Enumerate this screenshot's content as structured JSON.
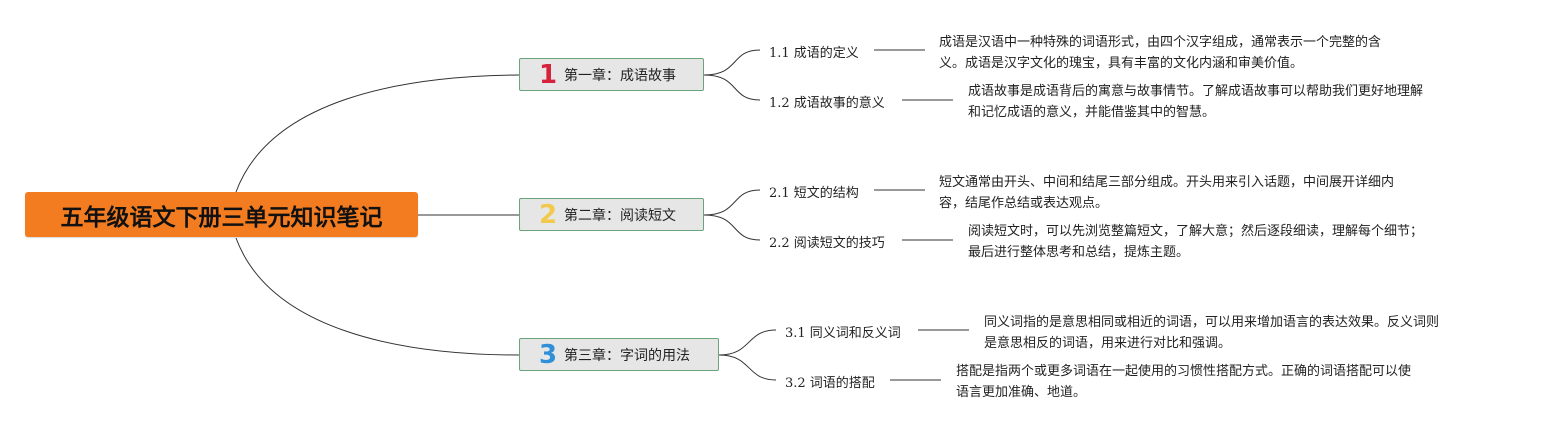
{
  "root": {
    "title": "五年级语文下册三单元知识笔记"
  },
  "chapters": [
    {
      "number": "1",
      "title": "第一章：成语故事",
      "subtopics": [
        {
          "title": "1.1 成语的定义",
          "note_lines": [
            "成语是汉语中一种特殊的词语形式，由四个汉字组成，通常表示一个完整的含",
            "义。成语是汉字文化的瑰宝，具有丰富的文化内涵和审美价值。"
          ]
        },
        {
          "title": "1.2 成语故事的意义",
          "note_lines": [
            "成语故事是成语背后的寓意与故事情节。了解成语故事可以帮助我们更好地理解",
            "和记忆成语的意义，并能借鉴其中的智慧。"
          ]
        }
      ]
    },
    {
      "number": "2",
      "title": "第二章：阅读短文",
      "subtopics": [
        {
          "title": "2.1 短文的结构",
          "note_lines": [
            "短文通常由开头、中间和结尾三部分组成。开头用来引入话题，中间展开详细内",
            "容，结尾作总结或表达观点。"
          ]
        },
        {
          "title": "2.2 阅读短文的技巧",
          "note_lines": [
            "阅读短文时，可以先浏览整篇短文，了解大意；然后逐段细读，理解每个细节；",
            "最后进行整体思考和总结，提炼主题。"
          ]
        }
      ]
    },
    {
      "number": "3",
      "title": "第三章：字词的用法",
      "subtopics": [
        {
          "title": "3.1 同义词和反义词",
          "note_lines": [
            "同义词指的是意思相同或相近的词语，可以用来增加语言的表达效果。反义词则",
            "是意思相反的词语，用来进行对比和强调。"
          ]
        },
        {
          "title": "3.2 词语的搭配",
          "note_lines": [
            "搭配是指两个或更多词语在一起使用的习惯性搭配方式。正确的词语搭配可以使",
            "语言更加准确、地道。"
          ]
        }
      ]
    }
  ]
}
